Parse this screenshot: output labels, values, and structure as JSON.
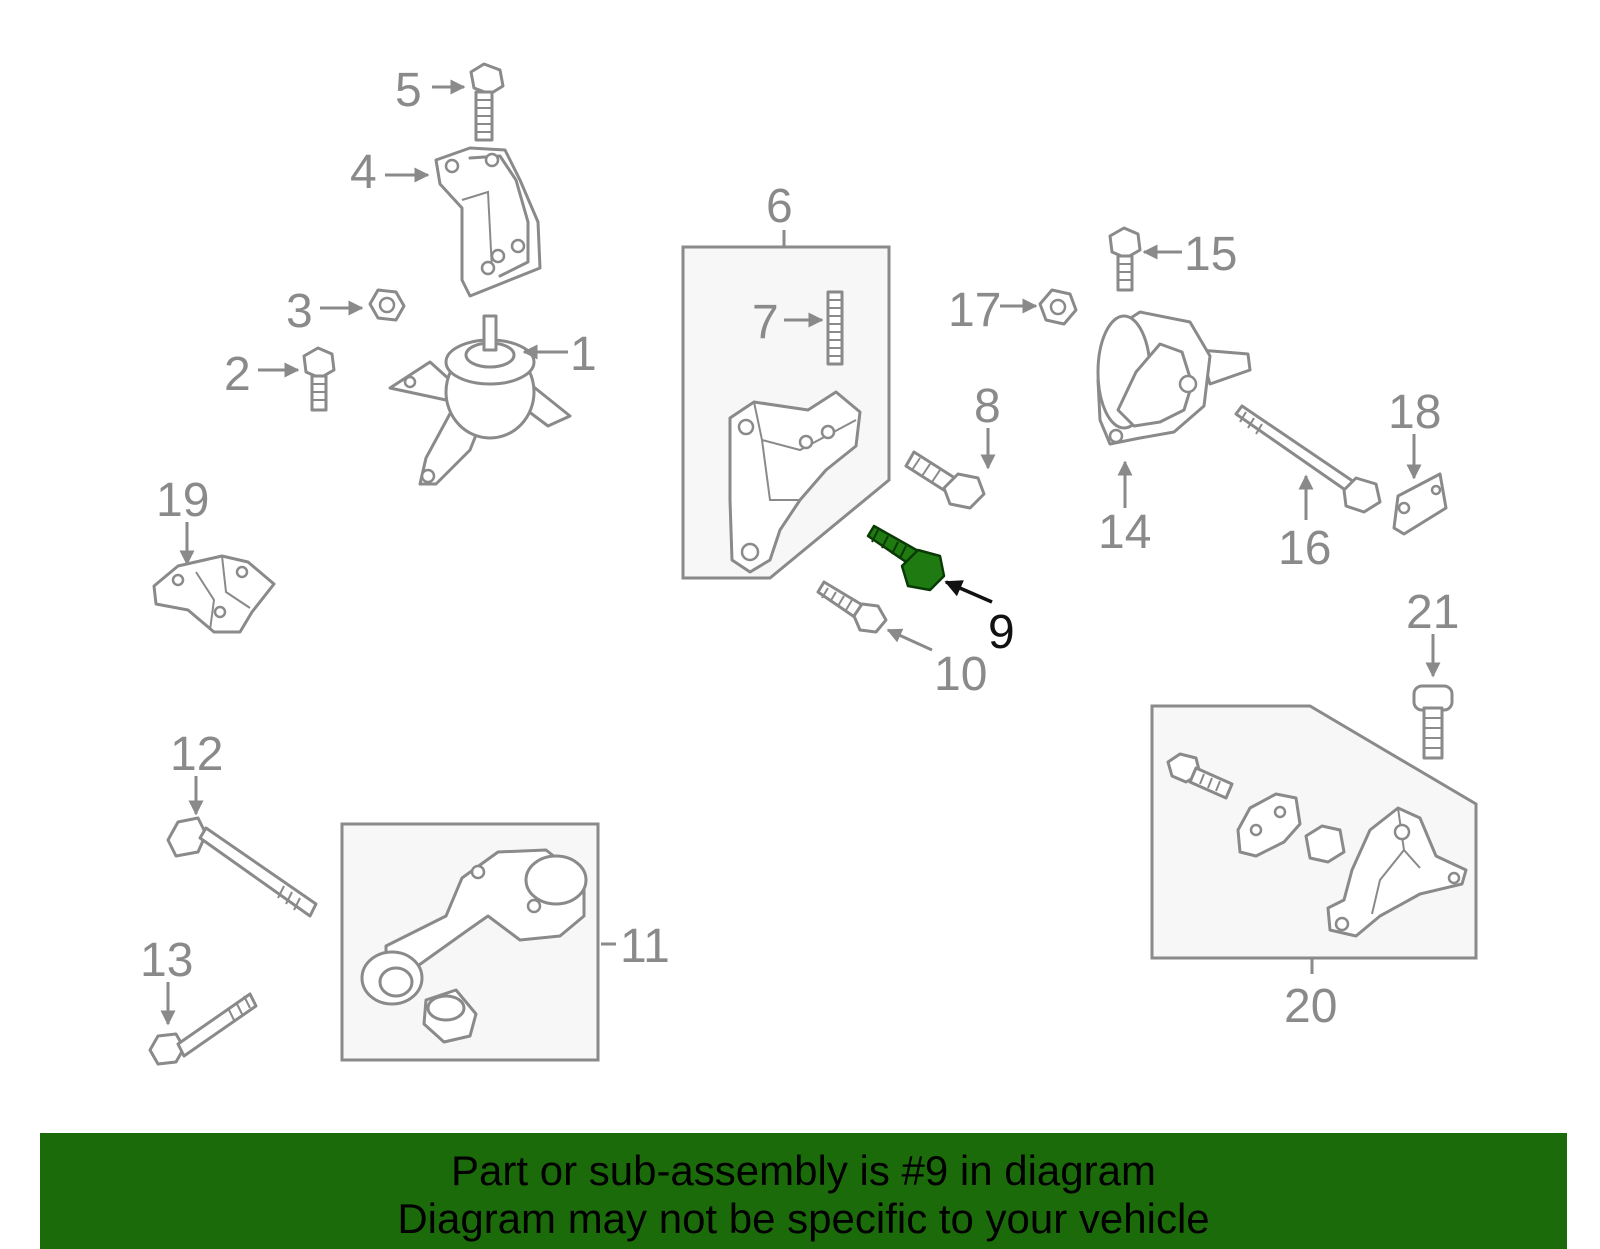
{
  "callouts": {
    "c1": "1",
    "c2": "2",
    "c3": "3",
    "c4": "4",
    "c5": "5",
    "c6": "6",
    "c7": "7",
    "c8": "8",
    "c9": "9",
    "c10": "10",
    "c11": "11",
    "c12": "12",
    "c13": "13",
    "c14": "14",
    "c15": "15",
    "c16": "16",
    "c17": "17",
    "c18": "18",
    "c19": "19",
    "c20": "20",
    "c21": "21"
  },
  "highlighted_part": "9",
  "colors": {
    "highlight": "#1f7a12",
    "banner": "#1c6b0b",
    "line_art": "#8a8a8a"
  },
  "banner": {
    "line1": "Part or sub-assembly is #9 in diagram",
    "line2": "Diagram may not be specific to your vehicle"
  }
}
